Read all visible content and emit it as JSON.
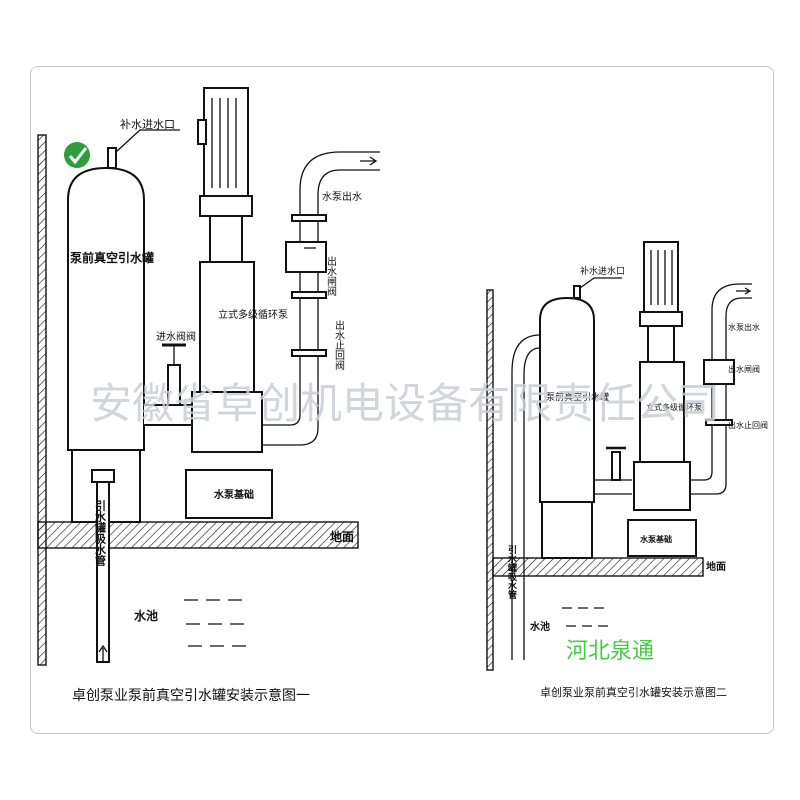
{
  "watermark": "安徽省阜创机电设备有限责任公司",
  "watermark_green": "河北泉通",
  "diagram1": {
    "caption": "卓创泵业泵前真空引水罐安装示意图一",
    "labels": {
      "makeup_inlet": "补水进水口",
      "tank": "泵前真空引水罐",
      "inlet_valve": "进水阀阀",
      "pump": "立式多级循环泵",
      "pump_outlet": "水泵出水",
      "outlet_gate": "出水闸阀",
      "check_valve": "出水止回阀",
      "pump_base": "水泵基础",
      "ground": "地面",
      "suction_pipe": "引水罐吸水管",
      "pool": "水池"
    }
  },
  "diagram2": {
    "caption": "卓创泵业泵前真空引水罐安装示意图二",
    "labels": {
      "makeup_inlet": "补水进水口",
      "tank": "泵前真空引水罐",
      "pump": "立式多级循环泵",
      "pump_outlet": "水泵出水",
      "outlet_gate": "出水闸阀",
      "check_valve": "出水止回阀",
      "pump_base": "水泵基础",
      "ground": "地面",
      "suction_pipe": "引水罐吸水管",
      "pool": "水池"
    }
  },
  "colors": {
    "logo_green": "#2e9e3a",
    "watermark_gray": "#c9ced6",
    "watermark_green": "#44cc44"
  }
}
